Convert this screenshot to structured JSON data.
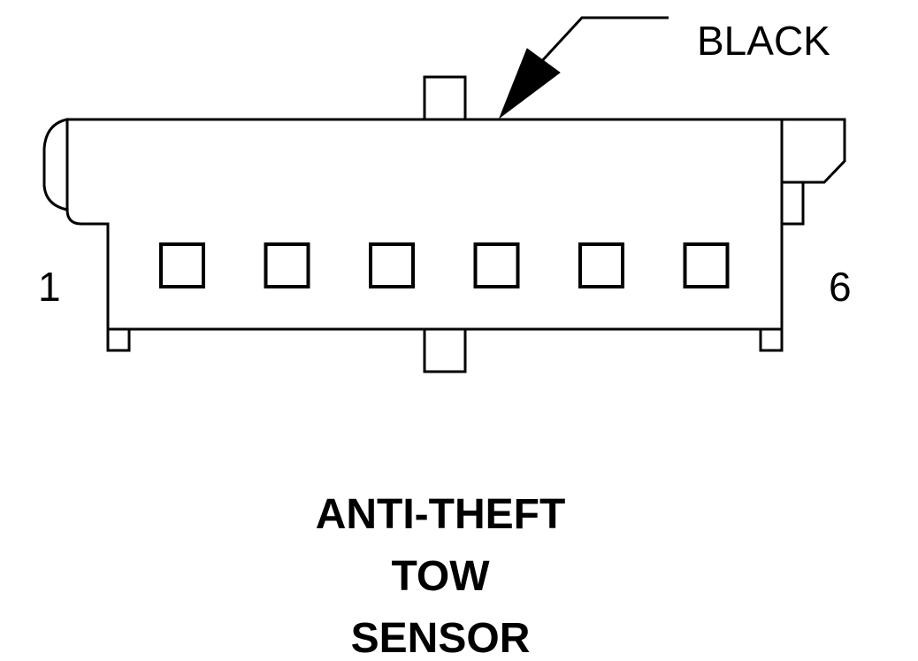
{
  "connector": {
    "color_label": "BLACK",
    "pin_first": "1",
    "pin_last": "6",
    "cavity_count": 6
  },
  "title": {
    "line1": "ANTI-THEFT",
    "line2": "TOW",
    "line3": "SENSOR"
  },
  "colors": {
    "ink": "#000000",
    "background": "#ffffff"
  }
}
